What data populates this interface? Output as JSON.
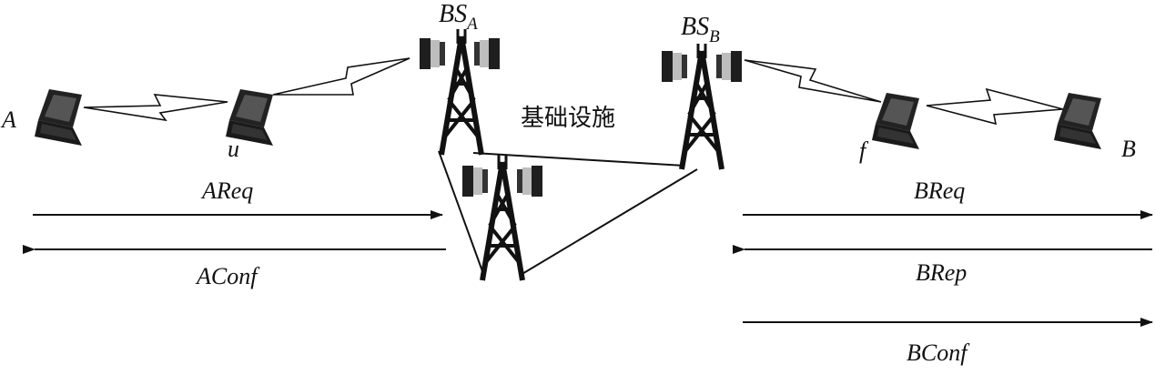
{
  "nodes": {
    "A": "A",
    "u": "u",
    "f": "f",
    "B": "B",
    "bs_a_main": "BS",
    "bs_a_sub": "A",
    "bs_b_main": "BS",
    "bs_b_sub": "B"
  },
  "infrastructure_label": "基础设施",
  "messages": {
    "areq": "AReq",
    "aconf": "AConf",
    "breq": "BReq",
    "brep": "BRep",
    "bconf": "BConf"
  },
  "colors": {
    "ink": "#111111",
    "antenna_light": "#d9d9d9",
    "antenna_dark": "#2a2a2a"
  }
}
